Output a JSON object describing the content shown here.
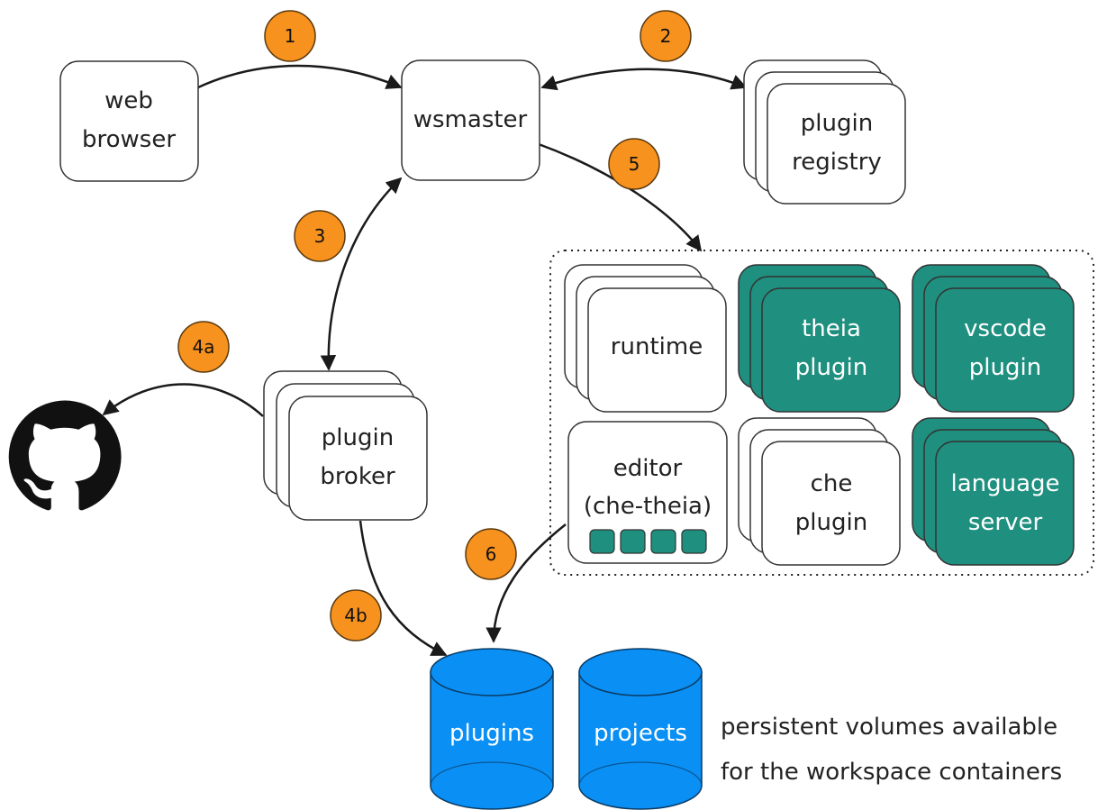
{
  "nodes": {
    "web_browser": [
      "web",
      "browser"
    ],
    "wsmaster": "wsmaster",
    "plugin_registry": [
      "plugin",
      "registry"
    ],
    "plugin_broker": [
      "plugin",
      "broker"
    ],
    "runtime": "runtime",
    "theia_plugin": [
      "theia",
      "plugin"
    ],
    "vscode_plugin": [
      "vscode",
      "plugin"
    ],
    "editor": [
      "editor",
      "(che-theia)"
    ],
    "che_plugin": [
      "che",
      "plugin"
    ],
    "language_server": [
      "language",
      "server"
    ],
    "plugins_volume": "plugins",
    "projects_volume": "projects"
  },
  "steps": [
    "1",
    "2",
    "3",
    "4a",
    "4b",
    "5",
    "6"
  ],
  "caption": [
    "persistent volumes available",
    "for the workspace containers"
  ],
  "colors": {
    "badge": "#f7921e",
    "teal": "#1f8f7f",
    "volume": "#0a8ff5",
    "line": "#1a1a1a"
  },
  "icons": [
    "github-icon"
  ]
}
